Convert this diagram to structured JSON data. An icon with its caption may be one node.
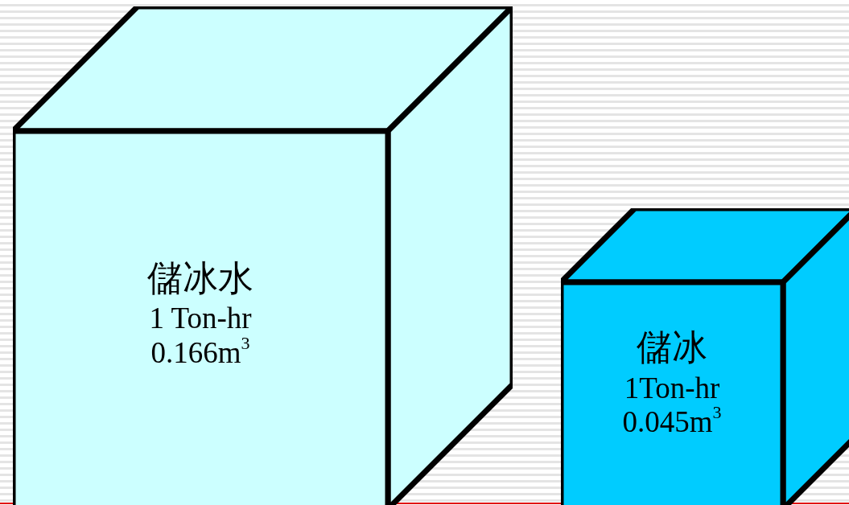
{
  "diagram": {
    "nodes": [
      {
        "text": [
          "儲冰水",
          "1 Ton-hr",
          "0.166m$^{3}$"
        ]
      },
      {
        "text": [
          "儲冰",
          "1Ton-hr",
          "0.045m$^{3}$"
        ]
      }
    ]
  }
}
